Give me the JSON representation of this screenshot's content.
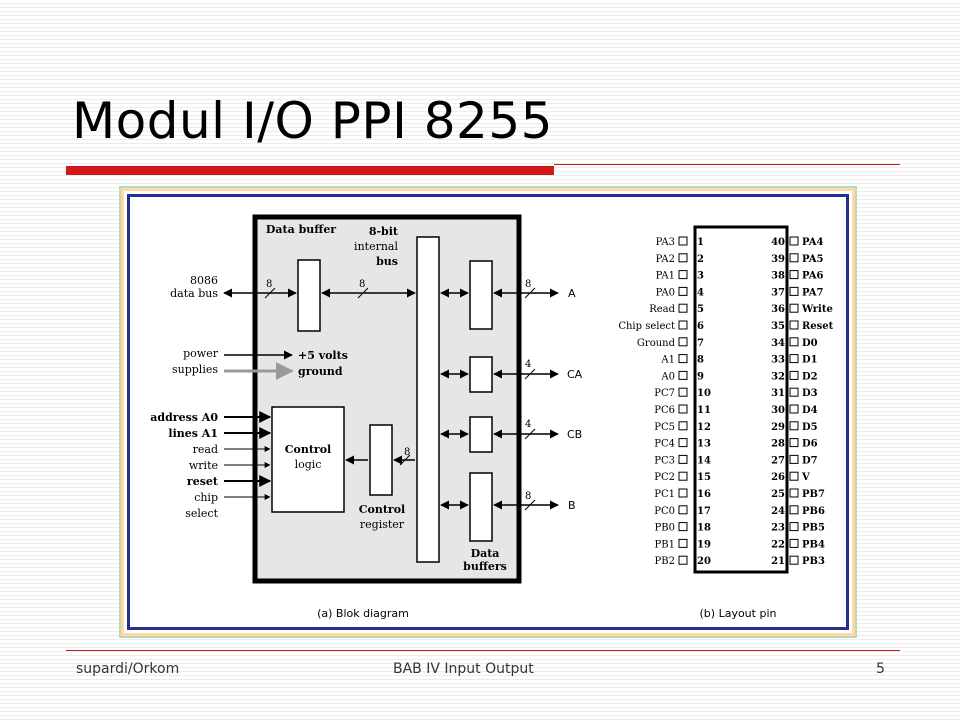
{
  "slide": {
    "title": "Modul I/O PPI 8255",
    "footer_left": "supardi/Orkom",
    "footer_center": "BAB IV  Input Output",
    "footer_right": "5"
  },
  "diagram": {
    "block": {
      "data_buffer": "Data buffer",
      "internal_bus": [
        "8-bit",
        "internal",
        "bus"
      ],
      "data_bus_8086": [
        "8086",
        "data bus"
      ],
      "power_supplies": [
        "power",
        "supplies"
      ],
      "plus5": "+5 volts",
      "ground": "ground",
      "left_signals": [
        "address A0",
        "lines A1",
        "read",
        "write",
        "reset",
        "chip",
        "select"
      ],
      "control_logic": [
        "Control",
        "logic"
      ],
      "control_register": [
        "Control",
        "register"
      ],
      "data_buffers": [
        "Data",
        "buffers"
      ],
      "port_a": "A",
      "port_ca": "CA",
      "port_cb": "CB",
      "port_b": "B",
      "bus_width_8": "8",
      "bus_width_4": "4",
      "caption": "(a) Blok diagram"
    },
    "pins": {
      "left": [
        {
          "n": "1",
          "name": "PA3"
        },
        {
          "n": "2",
          "name": "PA2"
        },
        {
          "n": "3",
          "name": "PA1"
        },
        {
          "n": "4",
          "name": "PA0"
        },
        {
          "n": "5",
          "name": "Read"
        },
        {
          "n": "6",
          "name": "Chip select"
        },
        {
          "n": "7",
          "name": "Ground"
        },
        {
          "n": "8",
          "name": "A1"
        },
        {
          "n": "9",
          "name": "A0"
        },
        {
          "n": "10",
          "name": "PC7"
        },
        {
          "n": "11",
          "name": "PC6"
        },
        {
          "n": "12",
          "name": "PC5"
        },
        {
          "n": "13",
          "name": "PC4"
        },
        {
          "n": "14",
          "name": "PC3"
        },
        {
          "n": "15",
          "name": "PC2"
        },
        {
          "n": "16",
          "name": "PC1"
        },
        {
          "n": "17",
          "name": "PC0"
        },
        {
          "n": "18",
          "name": "PB0"
        },
        {
          "n": "19",
          "name": "PB1"
        },
        {
          "n": "20",
          "name": "PB2"
        }
      ],
      "right": [
        {
          "n": "40",
          "name": "PA4"
        },
        {
          "n": "39",
          "name": "PA5"
        },
        {
          "n": "38",
          "name": "PA6"
        },
        {
          "n": "37",
          "name": "PA7"
        },
        {
          "n": "36",
          "name": "Write"
        },
        {
          "n": "35",
          "name": "Reset"
        },
        {
          "n": "34",
          "name": "D0"
        },
        {
          "n": "33",
          "name": "D1"
        },
        {
          "n": "32",
          "name": "D2"
        },
        {
          "n": "31",
          "name": "D3"
        },
        {
          "n": "30",
          "name": "D4"
        },
        {
          "n": "29",
          "name": "D5"
        },
        {
          "n": "28",
          "name": "D6"
        },
        {
          "n": "27",
          "name": "D7"
        },
        {
          "n": "26",
          "name": "V"
        },
        {
          "n": "25",
          "name": "PB7"
        },
        {
          "n": "24",
          "name": "PB6"
        },
        {
          "n": "23",
          "name": "PB5"
        },
        {
          "n": "22",
          "name": "PB4"
        },
        {
          "n": "21",
          "name": "PB3"
        }
      ],
      "caption": "(b) Layout pin"
    }
  }
}
